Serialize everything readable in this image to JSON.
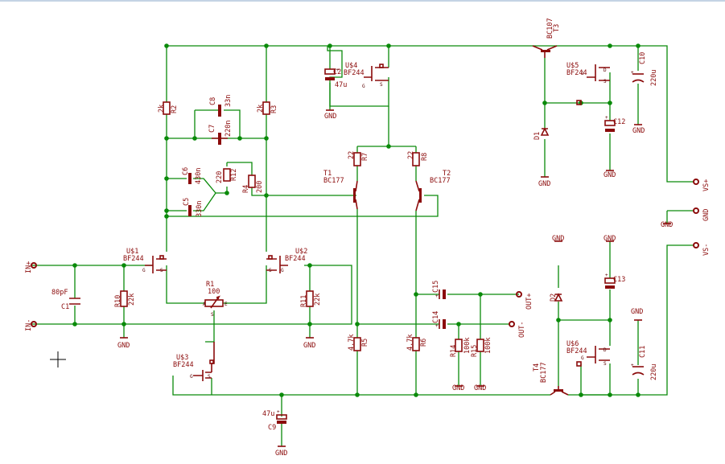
{
  "labels": {
    "r2": "R2",
    "r2v": "2k",
    "r3": "R3",
    "r3v": "2k",
    "c8": "C8",
    "c8v": "33n",
    "c7": "C7",
    "c7v": "220n",
    "c6": "C6",
    "c6v": "430n",
    "c5": "C5",
    "c5v": "330n",
    "r12": "R12",
    "r12v": "220",
    "r4": "R4",
    "r4v": "200",
    "c2": "C2",
    "c2v": "47u",
    "u4": "U$4",
    "u4v": "BF244",
    "r7": "R7",
    "r7v": "22",
    "r8": "R8",
    "r8v": "22",
    "t1": "T1",
    "t1v": "BC177",
    "t2": "T2",
    "t2v": "BC177",
    "t3": "T3",
    "t3v": "BC107",
    "u5": "U$5",
    "u5v": "BF244",
    "c10": "C10",
    "c10v": "220u",
    "d1": "D1",
    "c12": "C12",
    "u1": "U$1",
    "u1v": "BF244",
    "u2": "U$2",
    "u2v": "BF244",
    "r1": "R1",
    "r1v": "100",
    "c1": "C1",
    "c1v": "80pF",
    "r10": "R10",
    "r10v": "22k",
    "r11": "R11",
    "r11v": "22k",
    "c15": "C15",
    "c14": "C14",
    "r5": "R5",
    "r5v": "4.7k",
    "r6": "R6",
    "r6v": "4.7k",
    "r14": "R14",
    "r14v": "100k",
    "r15": "R15",
    "r15v": "100k",
    "u3": "U$3",
    "u3v": "BF244",
    "c9": "C9",
    "c9v": "47u",
    "d2": "D2",
    "c13": "C13",
    "u6": "U$6",
    "u6v": "BF244",
    "t4": "T4",
    "t4v": "BC177",
    "c11": "C11",
    "c11v": "220u"
  },
  "connectors": {
    "in_plus": "IN+",
    "in_minus": "IN-",
    "out_plus": "OUT+",
    "out_minus": "OUT-",
    "vs_plus": "VS+",
    "gnd": "GND",
    "vs_minus": "VS-"
  },
  "gnd_label": "GND",
  "pins": {
    "d": "D",
    "g": "G",
    "s": "S",
    "a": "A",
    "e": "E",
    "s2": "S"
  },
  "colors": {
    "wire": "#0a8a0a",
    "component": "#8b0b0b",
    "background": "#ffffff"
  }
}
